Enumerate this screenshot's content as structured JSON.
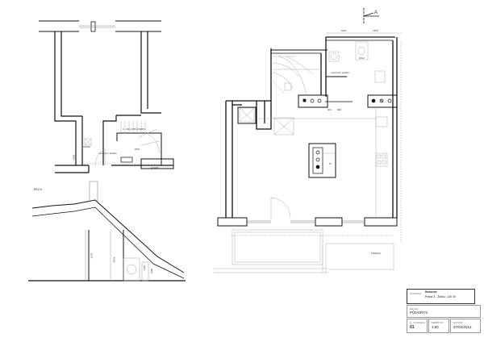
{
  "drawing": {
    "section_label": "ŘEZ A",
    "section_marker": "A",
    "plan_labels": {
      "wc2": "WC2",
      "vyvod_pro_pracku": "vývod pro pračku",
      "akumulacni": "AKUM.",
      "stair_note": "1 - 16x (178,1/2/266)",
      "wc1": "WC1",
      "adaptace": "ADAPT.",
      "m": "M",
      "terasa": "TERASA"
    },
    "dimensions": {
      "top_left": "1667",
      "top_right": "1879",
      "below_counter_a": "601",
      "below_counter_b": "600",
      "section_h1": "2279",
      "section_h2": "2079",
      "section_h3": "1120",
      "section_h4": "1100",
      "left_plan": "1080"
    }
  },
  "title_block": {
    "project": {
      "label": "ZAKÁZKA",
      "name": "Rekonce",
      "address": "Praha 3 - Žižkov, 130 00"
    },
    "detail": {
      "label": "DETAIL",
      "value": "PŮDORYS"
    },
    "sheet_no": {
      "label": "Č. VÝKRESU",
      "value": "01"
    },
    "scale": {
      "label": "MĚŘÍTKO",
      "value": "1:50"
    },
    "date": {
      "label": "DATUM",
      "value": "27/04/2012"
    }
  },
  "colors": {
    "wall": "#111111",
    "thin": "#888888",
    "light": "#bbbbbb"
  }
}
